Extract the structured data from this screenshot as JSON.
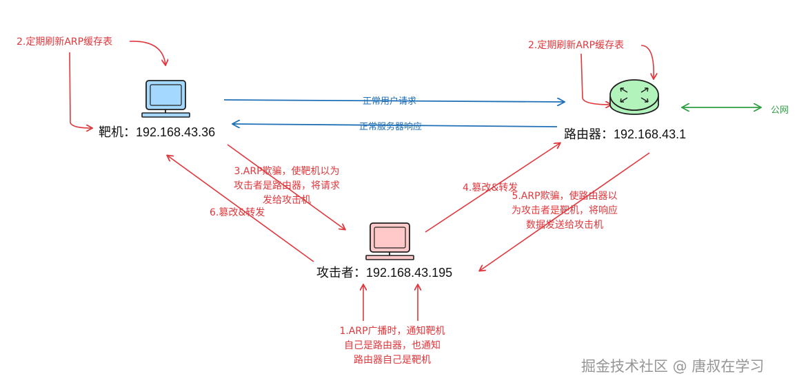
{
  "nodes": {
    "target": {
      "label": "靶机：192.168.43.36",
      "color": "#a5d8ff"
    },
    "router": {
      "label": "路由器：192.168.43.1",
      "color": "#b2f2bb"
    },
    "attacker": {
      "label": "攻击者：192.168.43.195",
      "color": "#ffc9c9"
    }
  },
  "edges": {
    "normal_request": "正常用户请求",
    "normal_response": "正常服务器响应",
    "internet": "公网"
  },
  "annotations": {
    "refresh_target": "2.定期刷新ARP缓存表",
    "refresh_router": "2.定期刷新ARP缓存表",
    "step3": [
      "3.ARP欺骗，使靶机以为",
      "攻击者是路由器，将请求",
      "发给攻击机"
    ],
    "step4": "4.篡改&转发",
    "step5": [
      "5.ARP欺骗，使路由器以",
      "为攻击者是靶机，将响应",
      "数据发送给攻击机"
    ],
    "step6": "6.篡改&转发",
    "step1": [
      "1.ARP广播时，通知靶机",
      "自己是路由器，也通知",
      "路由器自己是靶机"
    ]
  },
  "watermark": "掘金技术社区 @ 唐叔在学习",
  "colors": {
    "red": "#e0373c",
    "blue": "#1f6fb6",
    "green": "#2f9e44"
  }
}
